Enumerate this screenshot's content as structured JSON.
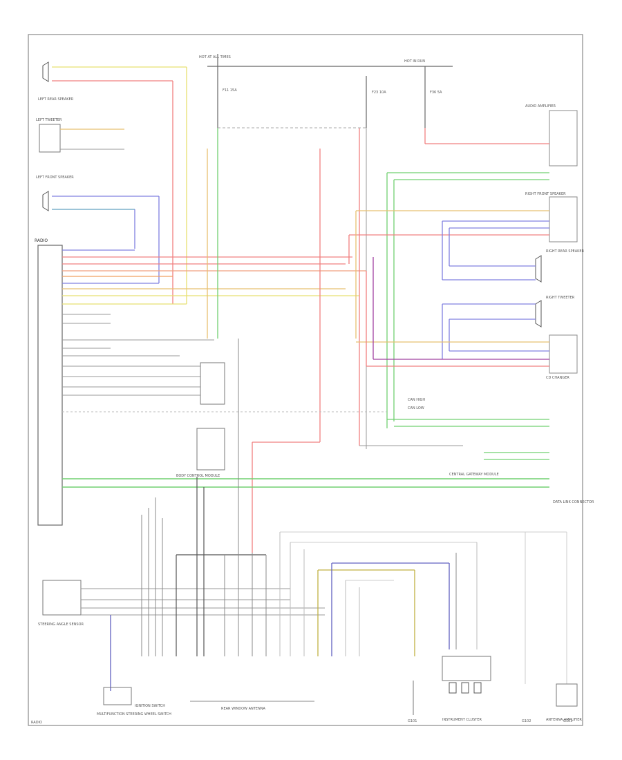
{
  "labels": {
    "hot_at_all_times": "HOT AT ALL TIMES",
    "hot_in_run": "HOT IN RUN",
    "fuse_1": "F11 15A",
    "fuse_2": "F23 10A",
    "fuse_3": "F36 5A",
    "left_rear_speaker": "LEFT REAR SPEAKER",
    "left_front_speaker": "LEFT FRONT SPEAKER",
    "right_rear_speaker": "RIGHT REAR SPEAKER",
    "right_front_speaker": "RIGHT FRONT SPEAKER",
    "left_tweeter": "LEFT TWEETER",
    "right_tweeter": "RIGHT TWEETER",
    "radio": "RADIO",
    "steering_angle_sensor": "STEERING ANGLE SENSOR",
    "audio_amplifier": "AUDIO AMPLIFIER",
    "cd_changer": "CD CHANGER",
    "body_control_module": "BODY CONTROL MODULE",
    "central_gateway": "CENTRAL GATEWAY MODULE",
    "data_link_connector": "DATA LINK CONNECTOR",
    "antenna_amplifier": "ANTENNA AMPLIFIER",
    "ignition_switch": "IGNITION SWITCH",
    "multifunction_switch": "MULTIFUNCTION STEERING WHEEL SWITCH",
    "rear_window_antenna": "REAR WINDOW ANTENNA",
    "instrument_cluster": "INSTRUMENT CLUSTER",
    "g101": "G101",
    "g102": "G102",
    "g103": "G103",
    "can_high": "CAN HIGH",
    "can_low": "CAN LOW",
    "footer": "RADIO"
  }
}
